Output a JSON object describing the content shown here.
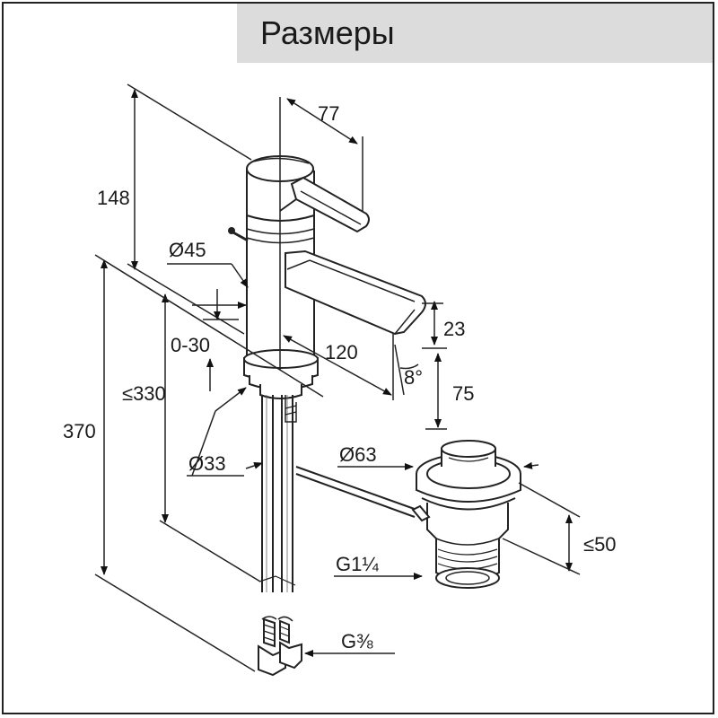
{
  "title": "Размеры",
  "dimensions": {
    "d148": "148",
    "d77": "77",
    "d45": "Ø45",
    "d23": "23",
    "d0_30": "0-30",
    "d120": "120",
    "d8deg": "8°",
    "d330": "≤330",
    "d75": "75",
    "d370": "370",
    "d33": "Ø33",
    "d63": "Ø63",
    "d50": "≤50",
    "g114": "G1¼",
    "g38": "G⅜"
  }
}
